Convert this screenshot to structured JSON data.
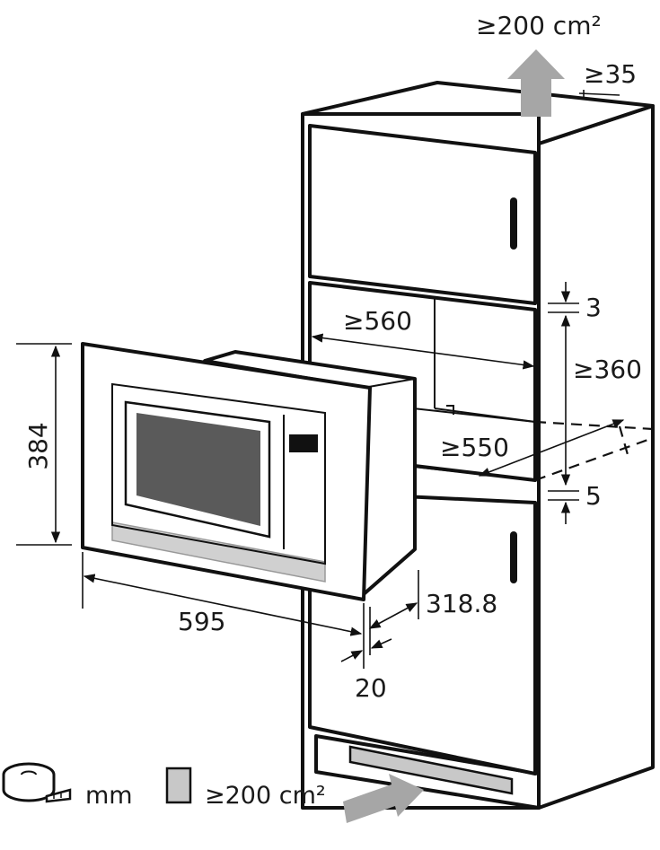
{
  "dimensions": {
    "top_vent_area": "≥200 cm²",
    "top_gap": "≥35",
    "upper_gap": "3",
    "niche_width": "≥560",
    "niche_height": "≥360",
    "niche_depth": "≥550",
    "lower_gap": "5",
    "appliance_height": "384",
    "appliance_width": "595",
    "appliance_depth": "318.8",
    "frame_depth": "20"
  },
  "legend": {
    "unit_label": "mm",
    "vent_area_label": "≥200 cm²"
  },
  "colors": {
    "line": "#111111",
    "vent_arrow": "#a6a6a6",
    "vent_swatch": "#c8c8c8",
    "window": "#5a5a5a",
    "frame_grey": "#c0c0c0"
  }
}
